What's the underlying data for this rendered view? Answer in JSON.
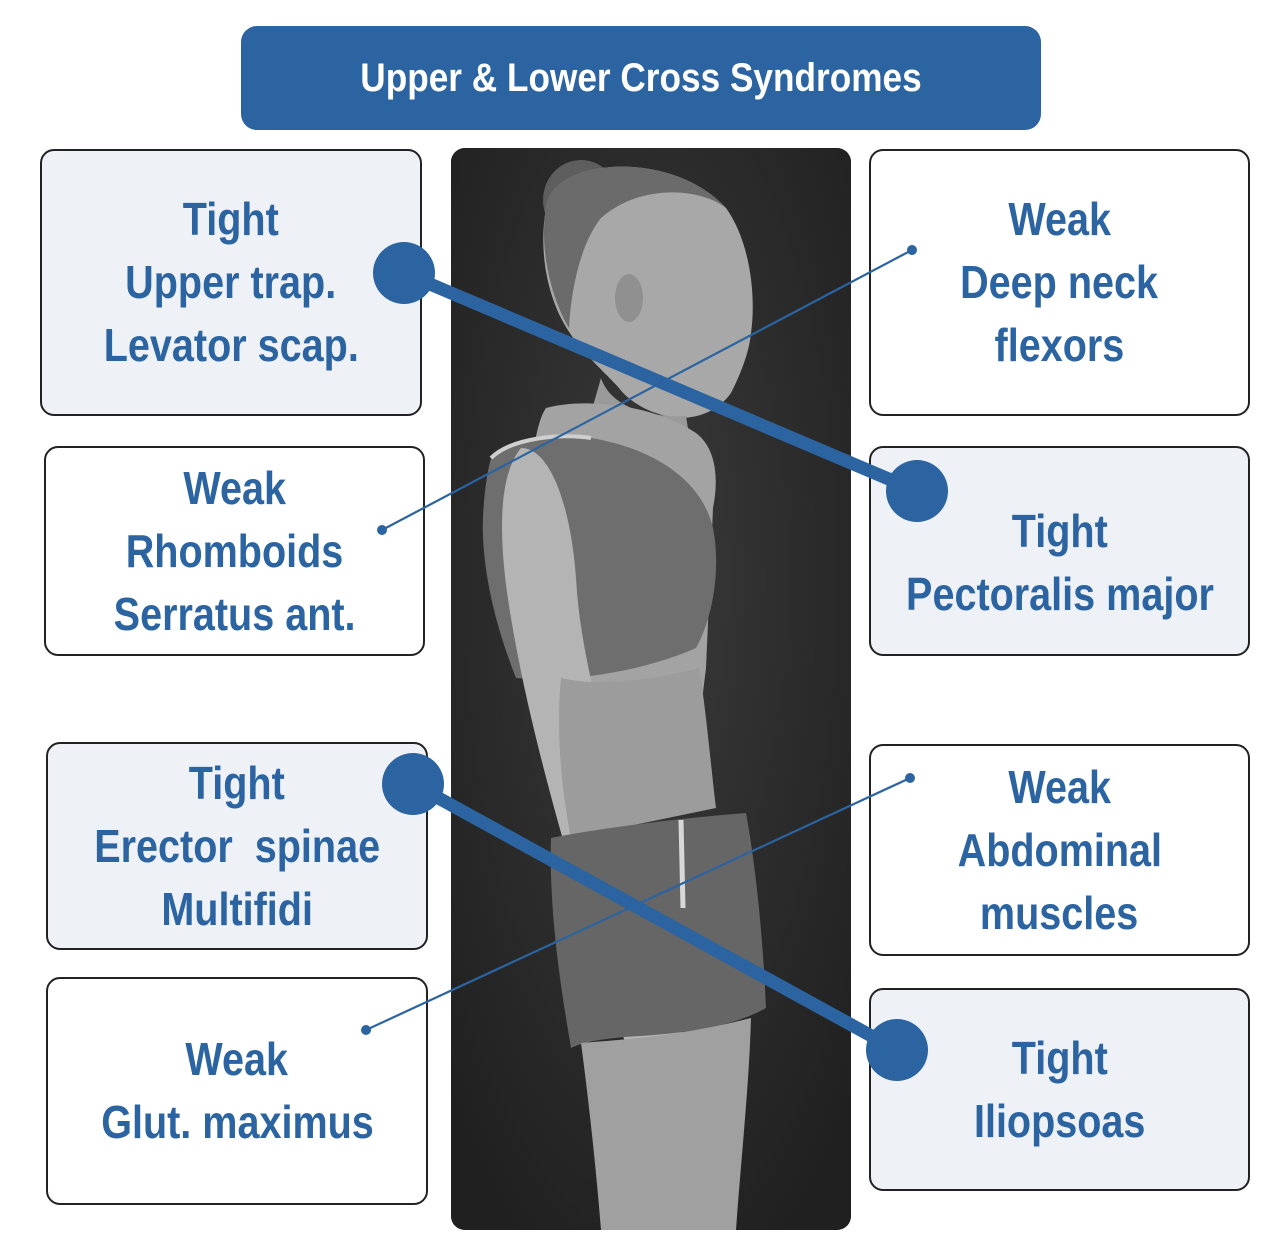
{
  "title": "Upper & Lower Cross Syndromes",
  "colors": {
    "accent": "#2b64a0",
    "tight_box_bg": "#eef1f6",
    "weak_box_bg": "#ffffff",
    "photo_bg": "#2a2a2a"
  },
  "boxes": {
    "upper_left": {
      "lines": [
        "Tight",
        "Upper trap.",
        "Levator scap."
      ]
    },
    "upper_right": {
      "lines": [
        "Weak",
        "Deep neck",
        "flexors"
      ]
    },
    "mid_left": {
      "lines": [
        "Weak",
        "Rhomboids",
        "Serratus ant."
      ]
    },
    "mid_right": {
      "lines": [
        "Tight",
        "Pectoralis major"
      ]
    },
    "lower_left": {
      "lines": [
        "Tight",
        "Erector  spinae",
        "Multifidi"
      ]
    },
    "lower_right": {
      "lines": [
        "Weak",
        "Abdominal",
        "muscles"
      ]
    },
    "bottom_left": {
      "lines": [
        "Weak",
        "Glut. maximus"
      ]
    },
    "bottom_right": {
      "lines": [
        "Tight",
        "Iliopsoas"
      ]
    }
  },
  "photo": {
    "subject": "woman-side-profile-standing"
  }
}
